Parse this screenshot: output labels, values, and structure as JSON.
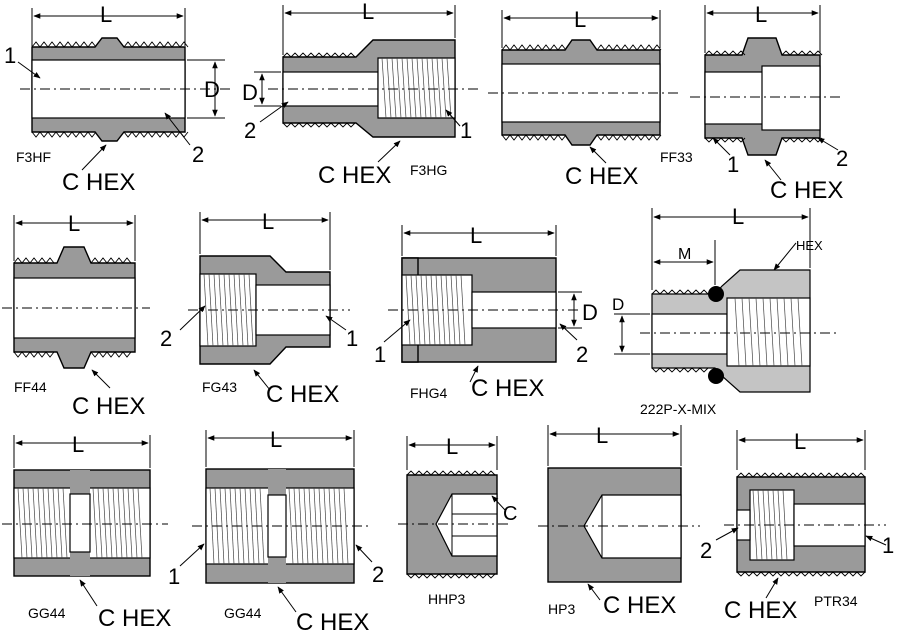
{
  "parts": [
    {
      "code": "F3HF",
      "hex": "C HEX",
      "dims": [
        "L",
        "D"
      ],
      "callouts": [
        "1",
        "2"
      ]
    },
    {
      "code": "F3HG",
      "hex": "C HEX",
      "dims": [
        "L",
        "D"
      ],
      "callouts": [
        "2",
        "1"
      ]
    },
    {
      "code": "",
      "hex": "C HEX",
      "dims": [
        "L"
      ],
      "callouts": []
    },
    {
      "code": "FF33",
      "hex": "C HEX",
      "dims": [
        "L"
      ],
      "callouts": [
        "1",
        "2"
      ]
    },
    {
      "code": "FF44",
      "hex": "C HEX",
      "dims": [
        "L"
      ],
      "callouts": []
    },
    {
      "code": "FG43",
      "hex": "C HEX",
      "dims": [
        "L"
      ],
      "callouts": [
        "2",
        "1"
      ]
    },
    {
      "code": "FHG4",
      "hex": "C HEX",
      "dims": [
        "L",
        "D"
      ],
      "callouts": [
        "1",
        "2"
      ]
    },
    {
      "code": "222P-X-MIX",
      "hex": "HEX",
      "dims": [
        "L",
        "M",
        "D"
      ],
      "callouts": []
    },
    {
      "code": "GG44",
      "hex": "C HEX",
      "dims": [
        "L"
      ],
      "callouts": []
    },
    {
      "code": "GG44",
      "hex": "C HEX",
      "dims": [
        "L"
      ],
      "callouts": [
        "1",
        "2"
      ]
    },
    {
      "code": "HHP3",
      "hex": "C",
      "dims": [
        "L"
      ],
      "callouts": []
    },
    {
      "code": "HP3",
      "hex": "C HEX",
      "dims": [
        "L"
      ],
      "callouts": []
    },
    {
      "code": "PTR34",
      "hex": "C HEX",
      "dims": [
        "L"
      ],
      "callouts": [
        "2",
        "1"
      ]
    }
  ]
}
